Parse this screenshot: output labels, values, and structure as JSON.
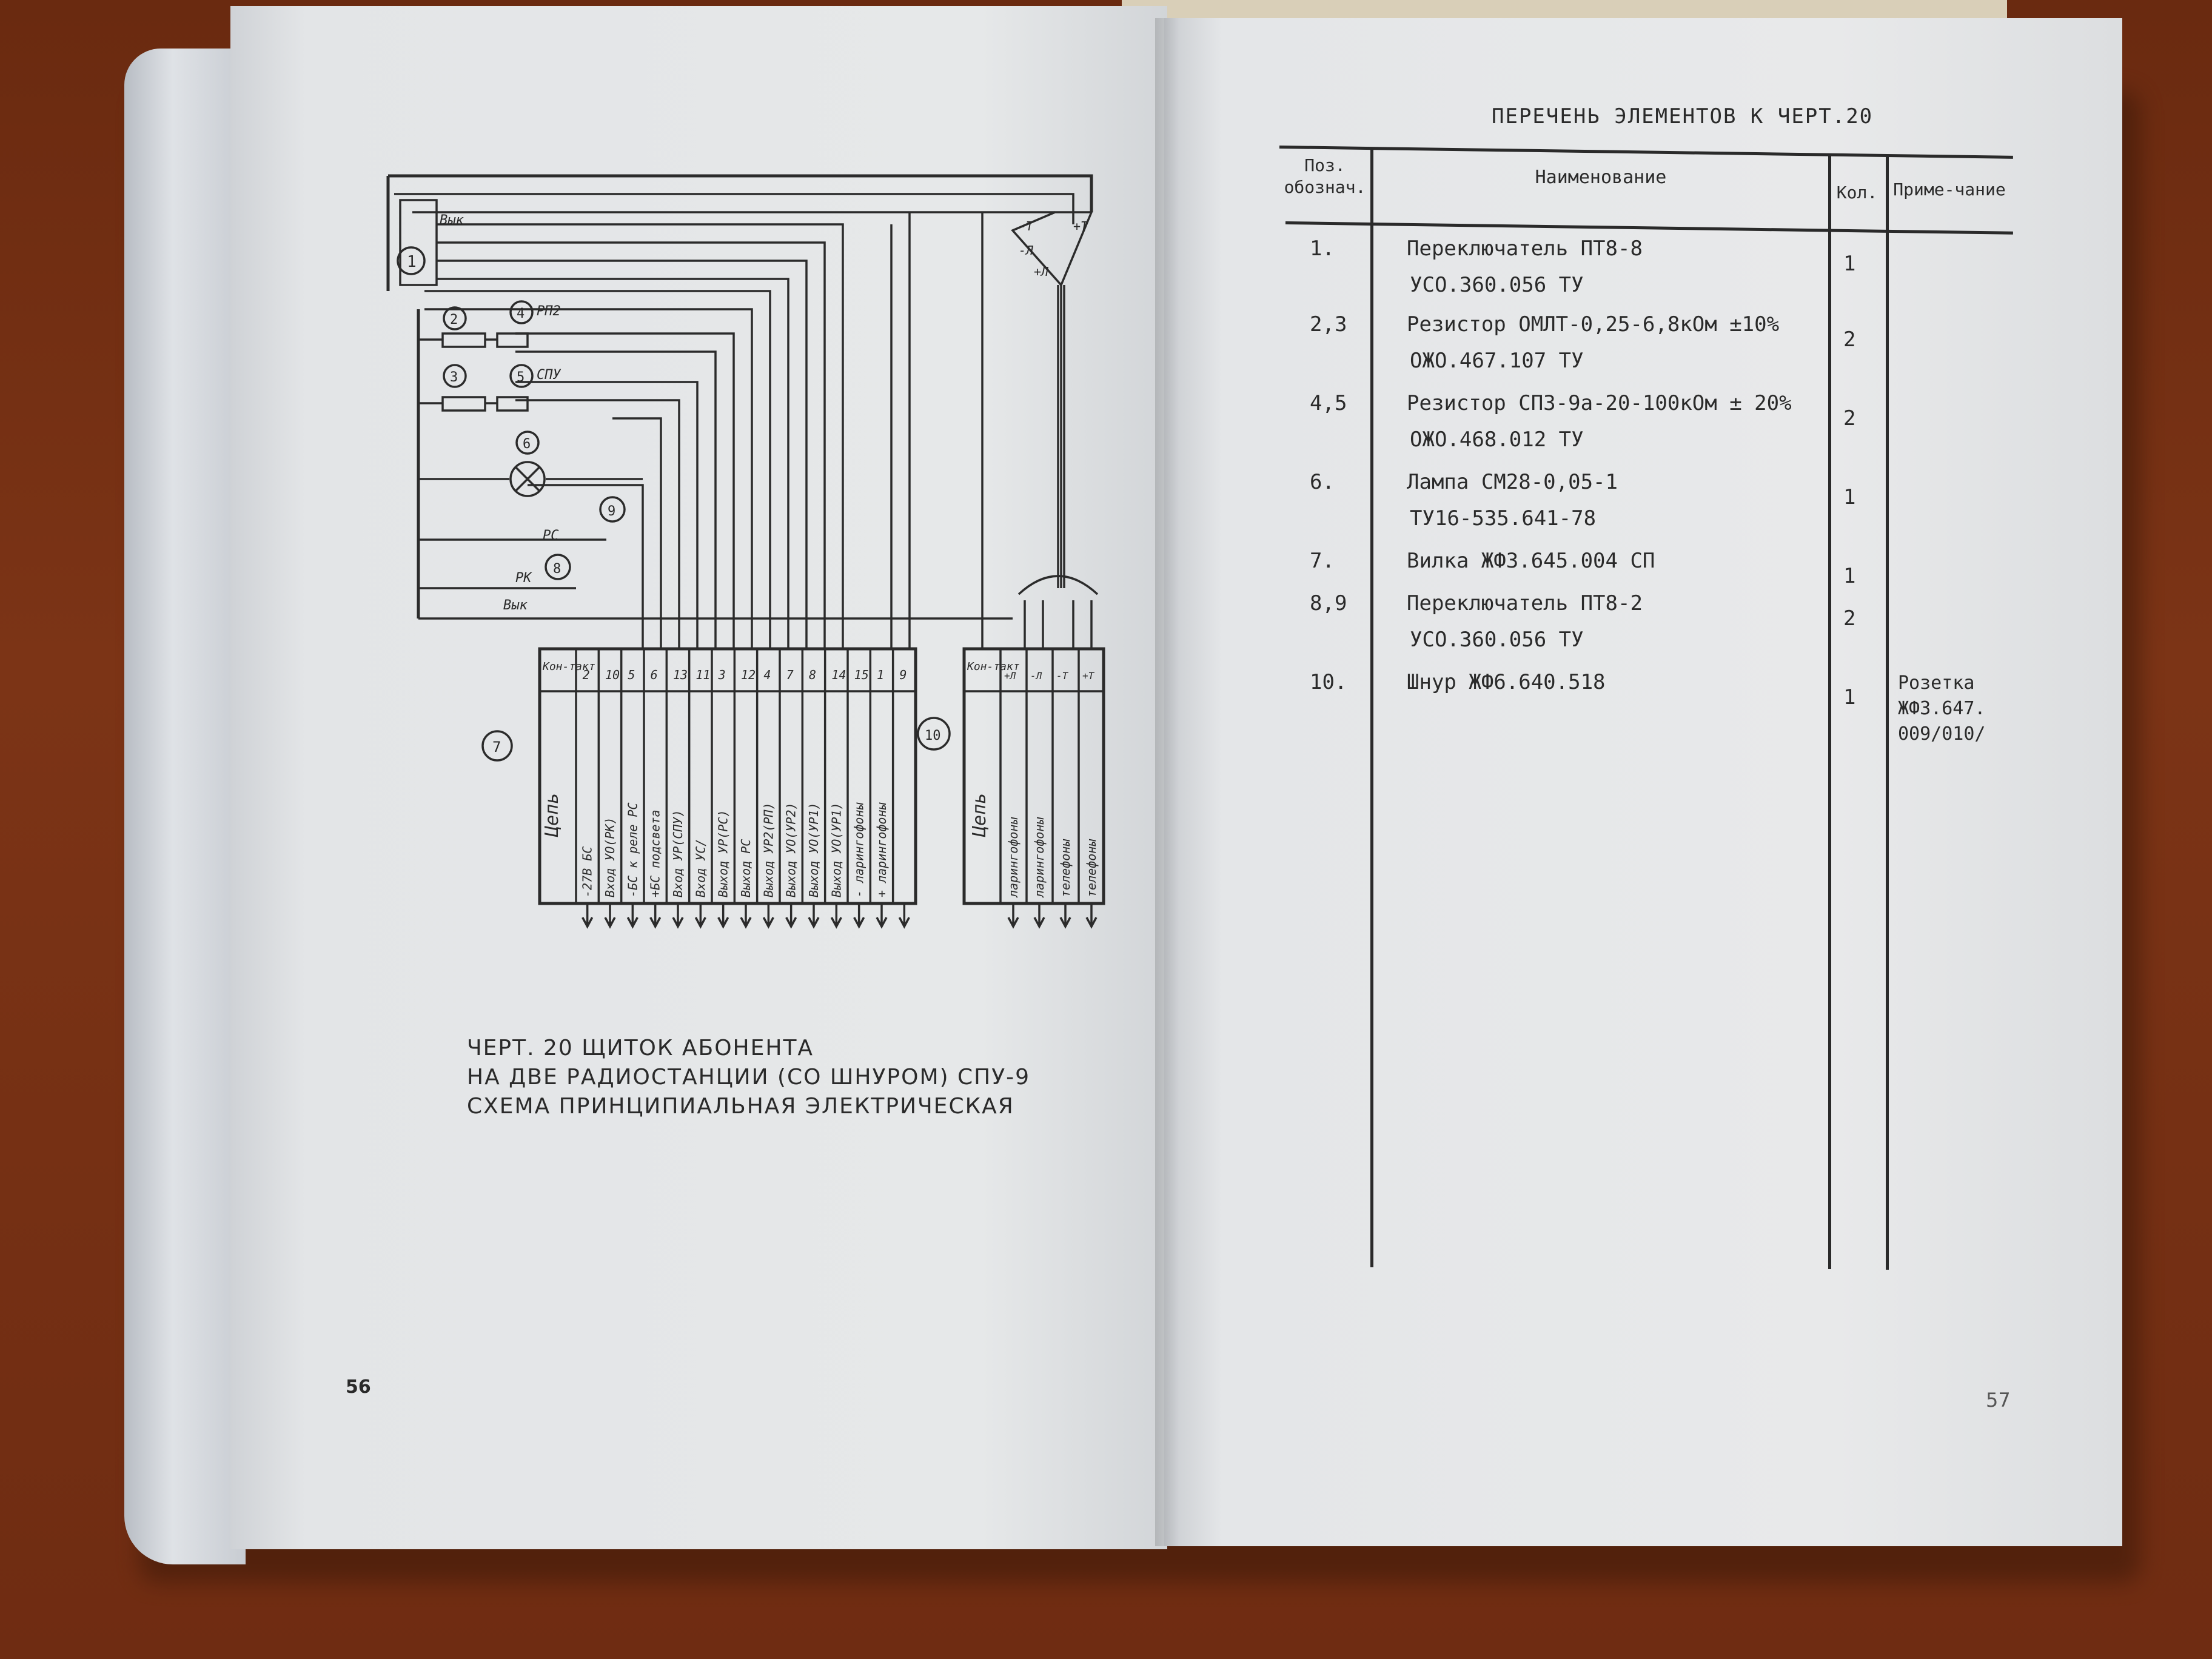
{
  "left_page": {
    "caption": [
      "ЧЕРТ. 20 ЩИТОК АБОНЕНТА",
      "НА ДВЕ РАДИОСТАНЦИИ (СО ШНУРОМ) СПУ-9",
      "СХЕМА ПРИНЦИПИАЛЬНАЯ ЭЛЕКТРИЧЕСКАЯ"
    ],
    "page_number": "56",
    "schematic": {
      "connector7": {
        "header": "Кон-такт",
        "pos_label": "7",
        "row_label": "Цепь",
        "contacts": [
          "2",
          "10",
          "5",
          "6",
          "13",
          "11",
          "3",
          "12",
          "4",
          "7",
          "8",
          "14",
          "15",
          "1",
          "9"
        ],
        "circuits": [
          "-27В БС",
          "Вход УО(РК)",
          "-БС к реле РС",
          "+БС подсвета",
          "Вход УР(СПУ)",
          "Вход УС/",
          "Выход УР(РС)",
          "Выход РС",
          "Выход УР2(РП)",
          "Выход УО(УР2)",
          "Выход УО(УР1)",
          "Выход УО(УР1)",
          "- ларингофоны",
          "+ ларингофоны",
          ""
        ]
      },
      "connector10": {
        "header": "Кон-такт",
        "pos_label": "10",
        "row_label": "Цепь",
        "contacts": [
          "+Л",
          "-Л",
          "-Т",
          "+Т"
        ],
        "circuits": [
          "ларингофоны",
          "ларингофоны",
          "телефоны",
          "телефоны"
        ]
      },
      "labels": {
        "sw1": "1",
        "r2": "2",
        "r3": "3",
        "r4": "4",
        "r5": "5",
        "lamp6": "6",
        "sw8": "8",
        "sw9": "9",
        "rp2": "РП2",
        "spu": "СПУ",
        "rs": "РС",
        "rk": "РК",
        "vyk1": "Вык",
        "vyk2": "Вык",
        "cord_tl": "-Т",
        "cord_tr": "+Т",
        "cord_ml": "-Л",
        "cord_bl": "+Л"
      }
    }
  },
  "right_page": {
    "title": "ПЕРЕЧЕНЬ ЭЛЕМЕНТОВ К ЧЕРТ.20",
    "page_number": "57",
    "headers": {
      "pos": "Поз. обознач.",
      "name": "Наименование",
      "qty": "Кол.",
      "note": "Приме-чание"
    },
    "rows": [
      {
        "pos": "1.",
        "name": [
          "Переключатель  ПТ8-8",
          "УСО.360.056  ТУ"
        ],
        "qty": "1",
        "note": []
      },
      {
        "pos": "2,3",
        "name": [
          "Резистор ОМЛТ-0,25-6,8кОм ±10%",
          "ОЖО.467.107  ТУ"
        ],
        "qty": "2",
        "note": []
      },
      {
        "pos": "4,5",
        "name": [
          "Резистор СП3-9а-20-100кОм ± 20%",
          "ОЖО.468.012  ТУ"
        ],
        "qty": "2",
        "note": []
      },
      {
        "pos": "6.",
        "name": [
          "Лампа  СМ28-0,05-1",
          "ТУ16-535.641-78"
        ],
        "qty": "1",
        "note": []
      },
      {
        "pos": "7.",
        "name": [
          "Вилка  ЖФ3.645.004 СП"
        ],
        "qty": "1",
        "note": []
      },
      {
        "pos": "8,9",
        "name": [
          "Переключатель  ПТ8-2",
          "УСО.360.056  ТУ"
        ],
        "qty": "2",
        "note": []
      },
      {
        "pos": "10.",
        "name": [
          "Шнур  ЖФ6.640.518"
        ],
        "qty": "1",
        "note": [
          "Розетка",
          "ЖФ3.647.",
          "009/010/"
        ]
      }
    ]
  },
  "colors": {
    "paper": "#e6e8e9",
    "ink": "#2a2a2a",
    "table_bg": "#6f2c12"
  }
}
